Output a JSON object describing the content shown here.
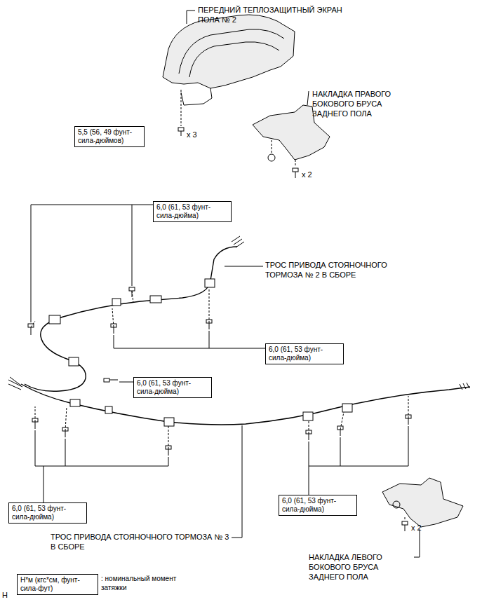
{
  "diagram": {
    "nodes": [
      {
        "text": [
          "5,5 (56, 49 фунт-сила-дюймов)"
        ]
      },
      {
        "text": [
          "6,0 (61, 53 фунт-сила-дюйма)"
        ]
      },
      {
        "text": [
          "6,0 (61, 53 фунт-сила-дюйма)"
        ]
      },
      {
        "text": [
          "6,0 (61, 53 фунт-сила-дюйма)"
        ]
      },
      {
        "text": [
          "6,0 (61, 53 фунт-сила-дюйма)"
        ]
      },
      {
        "text": [
          "6,0 (61, 53 фунт-сила-дюйма)"
        ]
      },
      {
        "text": [
          "Н*м (кгс*см, фунт-сила-фут)"
        ]
      }
    ],
    "labels": [
      "ПЕРЕДНИЙ ТЕПЛОЗАЩИТНЫЙ ЭКРАН ПОЛА № 2",
      "НАКЛАДКА ПРАВОГО БОКОВОГО БРУСА ЗАДНЕГО ПОЛА",
      "x 3",
      "x 2",
      "ТРОС ПРИВОДА СТОЯНОЧНОГО ТОРМОЗА № 2 В СБОРЕ",
      "ТРОС ПРИВОДА СТОЯНОЧНОГО ТОРМОЗА № 3 В СБОРЕ",
      "x 2",
      "НАКЛАДКА ЛЕВОГО БОКОВОГО БРУСА ЗАДНЕГО ПОЛА",
      "H"
    ],
    "legend": [
      {
        "text": ": номинальный момент затяжки"
      }
    ]
  }
}
